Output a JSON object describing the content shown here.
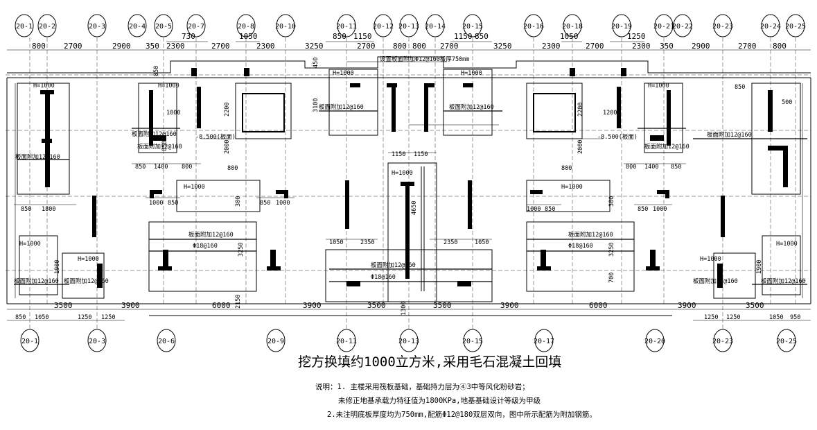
{
  "axes_top": [
    "20-1",
    "20-2",
    "20-3",
    "20-4",
    "20-5",
    "20-7",
    "20-8",
    "20-10",
    "20-11",
    "20-12",
    "20-13",
    "20-14",
    "20-15",
    "20-16",
    "20-18",
    "20-19",
    "20-21",
    "20-22",
    "20-23",
    "20-24",
    "20-25"
  ],
  "axes_bottom": [
    "20-1",
    "20-3",
    "20-6",
    "20-9",
    "20-11",
    "20-13",
    "20-15",
    "20-17",
    "20-20",
    "20-23",
    "20-25"
  ],
  "dims_top_row1": [
    "730",
    "1050",
    "850",
    "1150",
    "1150",
    "850",
    "1050",
    "1250"
  ],
  "dims_top_row2": [
    "800",
    "2700",
    "2900",
    "350",
    "2300",
    "2700",
    "2300",
    "3250",
    "2700",
    "800",
    "800",
    "2700",
    "3250",
    "2300",
    "2700",
    "2300",
    "350",
    "2900",
    "2700",
    "800"
  ],
  "dims_bottom_row1": [
    "3500",
    "3900",
    "6000",
    "3900",
    "3500",
    "3500",
    "3900",
    "6000",
    "3900",
    "3500"
  ],
  "dims_bottom_row2": [
    "850",
    "1050",
    "1250",
    "1250",
    "1250",
    "1250",
    "1050",
    "950"
  ],
  "labels": {
    "h1000": "H=1000",
    "rebar_12": "板面附加12@160",
    "rebar_18": "Φ18@160",
    "cap_note": "设置板面附加Φ12@160板厚750mm",
    "elev": "-8.500(板面)",
    "dim_2200": "2200",
    "dim_2000": "2000",
    "dim_3100": "3100",
    "dim_1400": "1400",
    "dim_1800": "1800",
    "dim_2350": "2350",
    "dim_3250": "3250",
    "dim_4650": "4650",
    "dim_1000": "1000",
    "dim_1200": "1200",
    "dim_850": "850",
    "dim_800": "800",
    "dim_1050": "1050",
    "dim_1150": "1150",
    "dim_500": "500",
    "dim_1900": "1900",
    "dim_1300": "1300",
    "dim_2150": "2150",
    "dim_300": "300",
    "dim_700": "700",
    "dim_450": "450"
  },
  "caption": "挖方换填约1000立方米,采用毛石混凝土回填",
  "notes": [
    "说明：1. 主楼采用筏板基础，基础持力层为④3中等风化粉砂岩；",
    "未修正地基承载力特征值为1800KPa,地基基础设计等级为甲级",
    "2.未注明底板厚度均为750mm,配筋Φ12@180双层双向，图中所示配筋为附加钢筋。"
  ]
}
